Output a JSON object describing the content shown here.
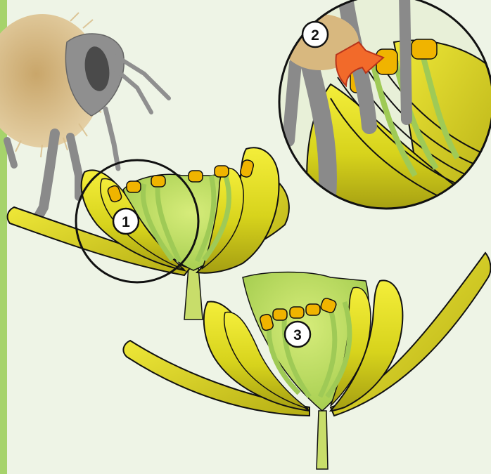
{
  "markers": {
    "one": "1",
    "two": "2",
    "three": "3"
  },
  "colors": {
    "background": "#eef4e6",
    "side_bar": "#a6d36b",
    "petal_fill": "#d8d820",
    "petal_dark": "#8f8a10",
    "stamen_green": "#9fca56",
    "anther_orange": "#f0b400",
    "bee_fur": "#d7b47a",
    "bee_body": "#8c8c8c",
    "arrow": "#f26a2a",
    "outline": "#111111"
  },
  "icons": {
    "bee": "bee-illustration",
    "arrow": "movement-arrow-icon",
    "magnifier": "zoom-circle"
  }
}
